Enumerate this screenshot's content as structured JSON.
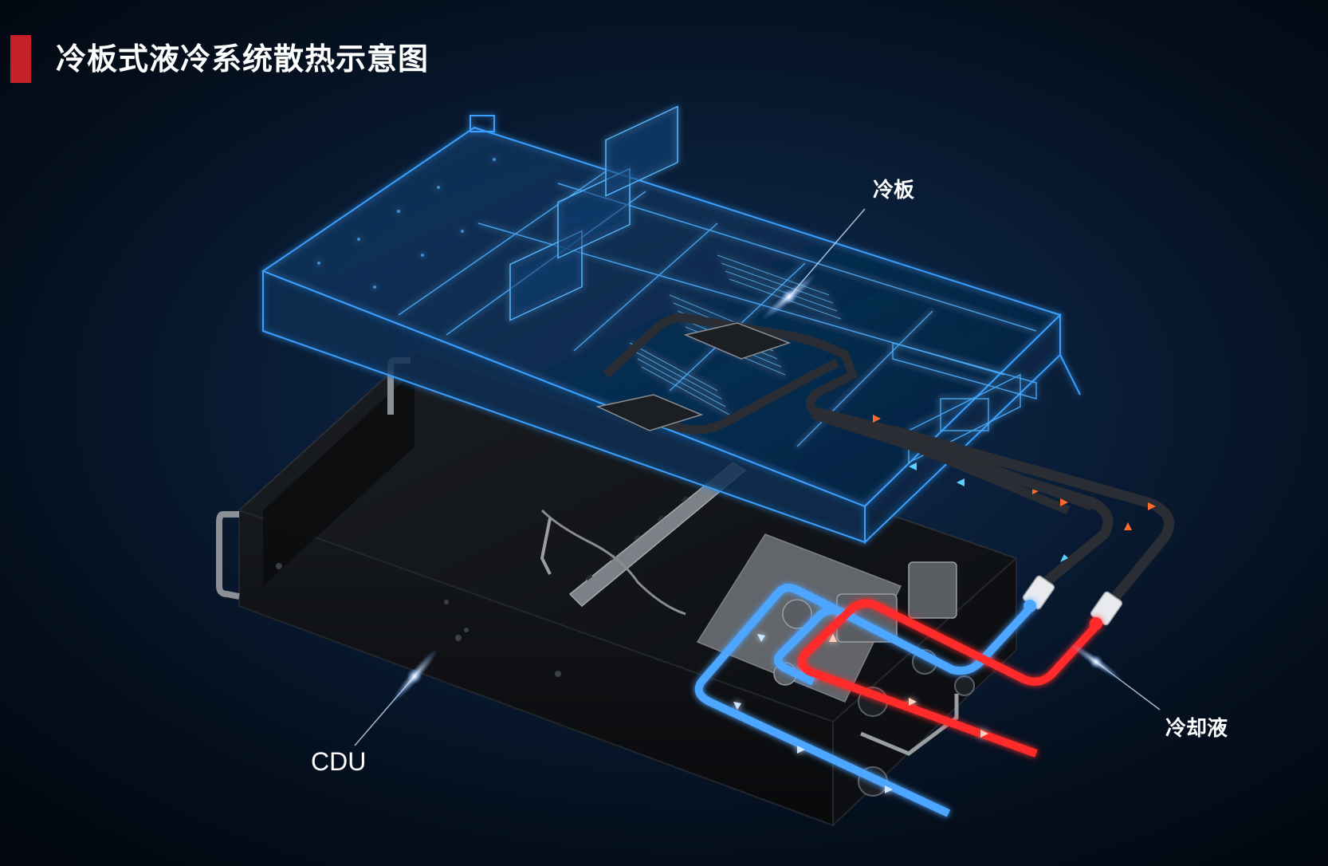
{
  "header": {
    "title": "冷板式液冷系统散热示意图",
    "accent_color": "#c4202a"
  },
  "labels": {
    "cold_plate": "冷板",
    "coolant": "冷却液",
    "cdu": "CDU"
  },
  "colors": {
    "server_wireframe": "#3aa0ff",
    "cdu_body": "#111418",
    "hot_pipe": "#ff2a2a",
    "cold_pipe": "#4da6ff",
    "hose": "#2a2d33",
    "flow_arrow_hot": "#ff6a2a",
    "flow_arrow_cold": "#5ad0ff"
  },
  "icons": [
    "flow-arrow-icon",
    "quick-connector-icon"
  ]
}
